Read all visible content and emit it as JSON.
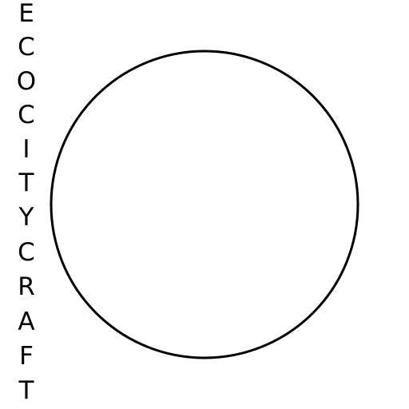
{
  "logo": {
    "letters": [
      "E",
      "C",
      "O",
      "C",
      "I",
      "T",
      "Y",
      "C",
      "R",
      "A",
      "F",
      "T"
    ]
  },
  "colors": {
    "background": "#ffffff",
    "ink": "#000000"
  }
}
